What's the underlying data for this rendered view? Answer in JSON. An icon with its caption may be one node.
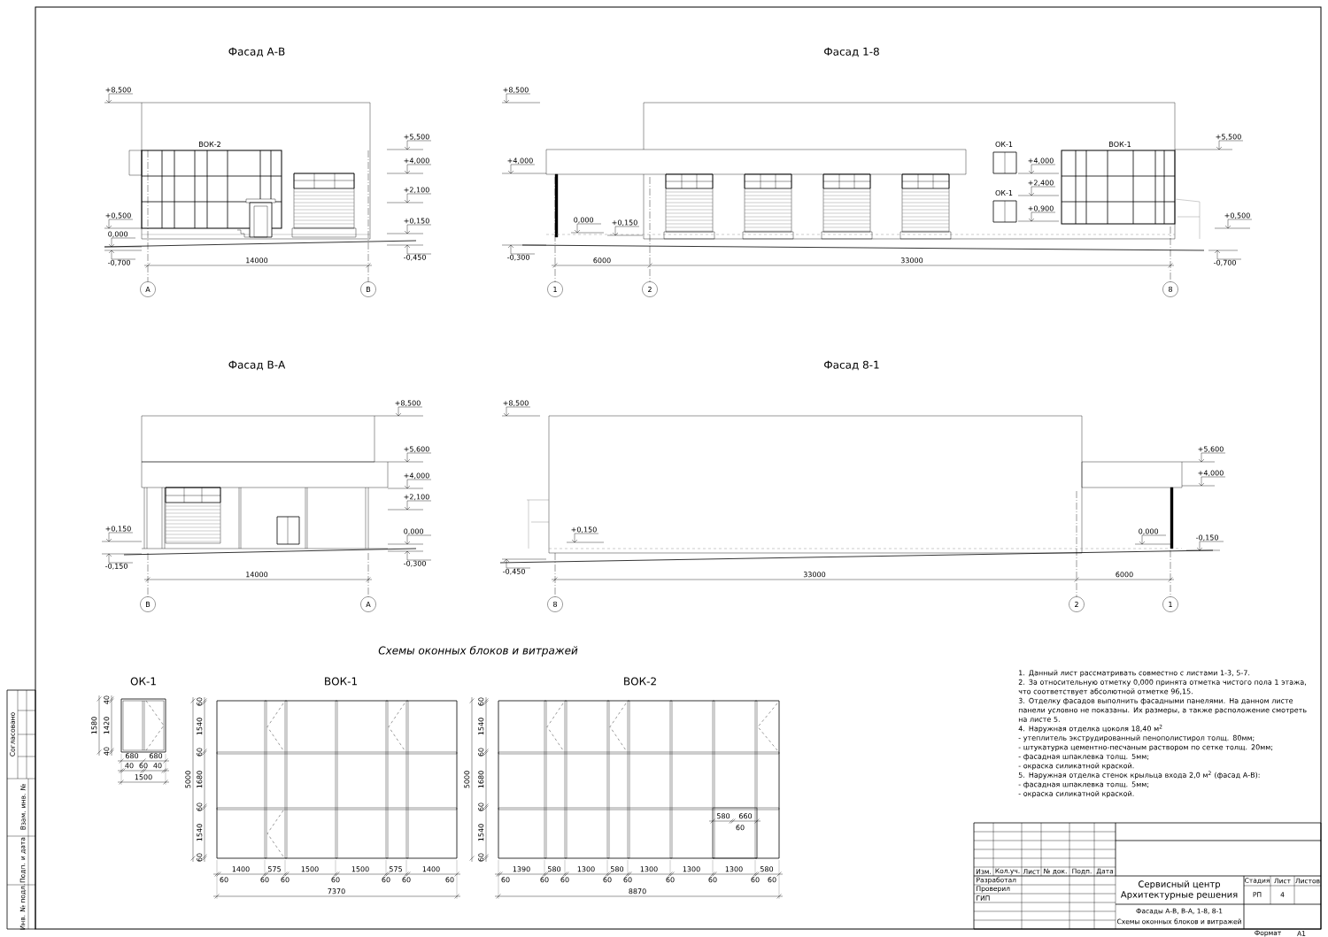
{
  "diagram": {
    "nodes": [
      {
        "text": [
          "А"
        ]
      },
      {
        "text": [
          "В"
        ]
      },
      {
        "text": [
          "1"
        ]
      },
      {
        "text": [
          "2"
        ]
      },
      {
        "text": [
          "8"
        ]
      },
      {
        "text": [
          "В"
        ]
      },
      {
        "text": [
          "А"
        ]
      },
      {
        "text": [
          "8"
        ]
      },
      {
        "text": [
          "2"
        ]
      },
      {
        "text": [
          "1"
        ]
      }
    ],
    "labels": [
      "Фасад А-В",
      "+8,500",
      "ВОК-2",
      "+5,500",
      "+4,000",
      "+2,100",
      "+0,500",
      "+0,150",
      "0,000",
      "-0,700",
      "14000",
      "-0,450",
      "Фасад 1-8",
      "+8,500",
      "ОК-1",
      "ВОК-1",
      "+5,500",
      "+4,000",
      "+4,000",
      "ОК-1",
      "+2,400",
      "+0,900",
      "+0,500",
      "0,000",
      "+0,150",
      "-0,300",
      "6000",
      "33000",
      "-0,700",
      "Фасад В-А",
      "+8,500",
      "+5,600",
      "+4,000",
      "+2,100",
      "+0,150",
      "0,000",
      "-0,150",
      "-0,300",
      "14000",
      "Фасад 8-1",
      "+8,500",
      "+5,600",
      "+4,000",
      "+0,150",
      "0,000",
      "-0,150",
      "-0,450",
      "33000",
      "6000",
      "Схемы оконных блоков и витражей",
      "ОК-1",
      "ВОК-1",
      "ВОК-2",
      "1580",
      "40",
      "1420",
      "40",
      "680",
      "680",
      "40",
      "60",
      "40",
      "1500",
      "5000",
      "60",
      "1540",
      "60",
      "1680",
      "60",
      "1540",
      "60",
      "1400",
      "575",
      "1500",
      "1500",
      "575",
      "1400",
      "60",
      "60",
      "60",
      "60",
      "60",
      "60",
      "60",
      "7370",
      "5000",
      "60",
      "1540",
      "60",
      "1680",
      "60",
      "1540",
      "60",
      "580",
      "660",
      "60",
      "1390",
      "580",
      "1300",
      "580",
      "1300",
      "1300",
      "1300",
      "580",
      "60",
      "60",
      "60",
      "60",
      "60",
      "60",
      "60",
      "60",
      "60",
      "8870",
      "1. Данный лист рассматривать совместно с листами 1-3, 5-7.",
      "2. За относительную отметку 0,000 принята отметка чистого пола 1 этажа, что соответствует абсолютной отметке 96,15.",
      "3. Отделку фасадов выполнить фасадными панелями. На данном листе панели условно не показаны. Их размеры, а также расположение смотреть на листе 5.",
      "4. Наружная отделка цоколя 18,40 м$^{2}$",
      "- утеплитель экструдированный пенополистирол толщ. 80мм;",
      "- штукатурка цементно-песчаным раствором по сетке толщ. 20мм;",
      "- фасадная шпаклевка толщ. 5мм;",
      "- окраска силикатной краской.",
      "5. Наружная отделка стенок крыльца входа 2,0 м$^{2}$ (фасад А-В):",
      "- фасадная шпаклевка толщ. 5мм;",
      "- окраска силикатной краской.",
      "Изм.",
      "Кол.уч.",
      "Лист",
      "№ док.",
      "Подп.",
      "Дата",
      "Разработал",
      "Проверил",
      "ГИП",
      "Сервисный центр",
      "Архитектурные решения",
      "Стадия",
      "Лист",
      "Листов",
      "РП",
      "4",
      "Фасады А-В, В-А, 1-8, 8-1",
      "Схемы оконных блоков и витражей",
      "Формат",
      "А1",
      "Согласовано",
      "Взам. инв. №",
      "Подп. и дата",
      "Инв. № подл."
    ]
  }
}
